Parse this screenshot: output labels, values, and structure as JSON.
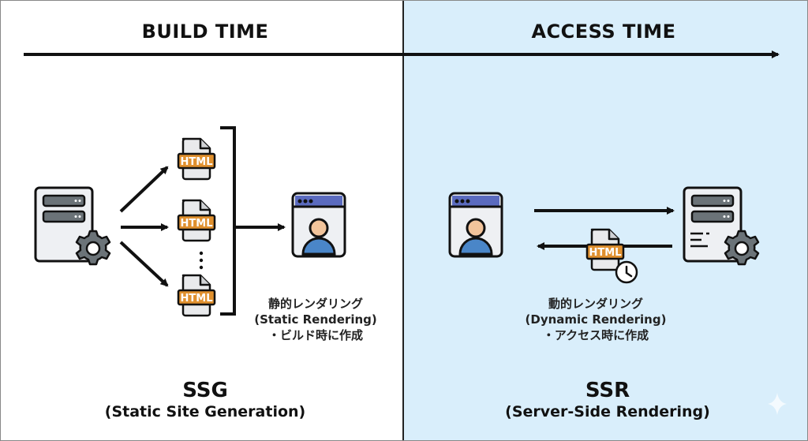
{
  "header": {
    "build_time": "BUILD TIME",
    "access_time": "ACCESS TIME"
  },
  "ssg": {
    "file_label": "HTML",
    "caption": [
      "静的レンダリング",
      "(Static Rendering)",
      "・ビルド時に作成"
    ],
    "abbr": "SSG",
    "full_name": "(Static Site Generation)"
  },
  "ssr": {
    "file_label": "HTML",
    "caption": [
      "動的レンダリング",
      "(Dynamic Rendering)",
      "・アクセス時に作成"
    ],
    "abbr": "SSR",
    "full_name": "(Server-Side Rendering)"
  },
  "colors": {
    "access_panel_bg": "#d9eefb",
    "html_badge": "#e0902e",
    "browser_bar": "#5b6bbf",
    "user_head": "#f2c49b",
    "user_body": "#4a86c8",
    "server_gray": "#6b7378",
    "gear_gray": "#6b7378"
  }
}
